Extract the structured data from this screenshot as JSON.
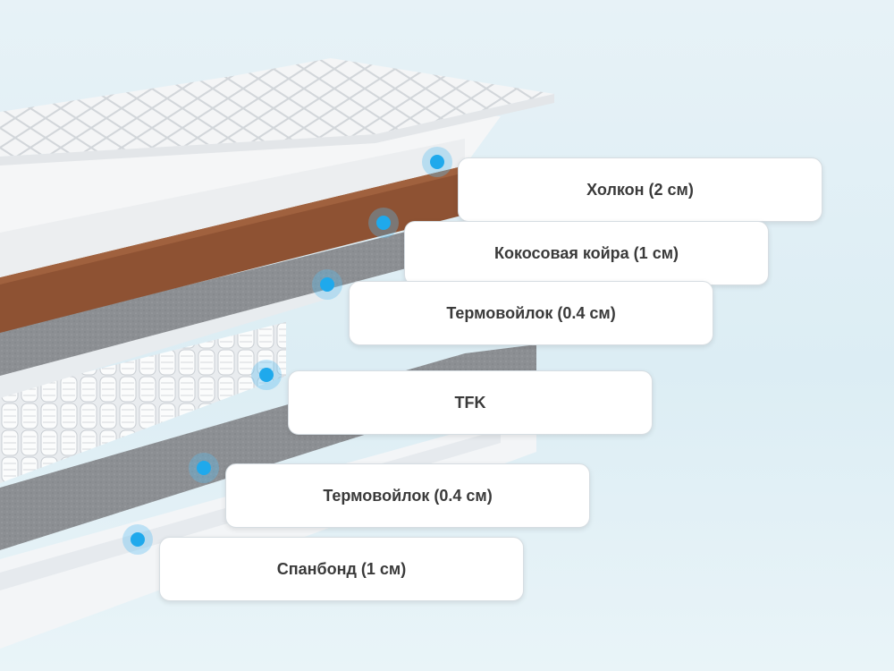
{
  "layers": [
    {
      "label": "Холкон (2 см)"
    },
    {
      "label": "Кокосовая койра (1 см)"
    },
    {
      "label": "Термовойлок (0.4 см)"
    },
    {
      "label": "TFK"
    },
    {
      "label": "Термовойлок (0.4 см)"
    },
    {
      "label": "Спанбонд (1 см)"
    }
  ],
  "colors": {
    "accent_marker": "#1fa9ec",
    "coconut_layer": "#8e5233",
    "felt_layer": "#8c8f93",
    "spring_block": "#f2f4f6",
    "background": "#e2f0f6"
  },
  "icons": [
    "layer-marker-icon"
  ]
}
